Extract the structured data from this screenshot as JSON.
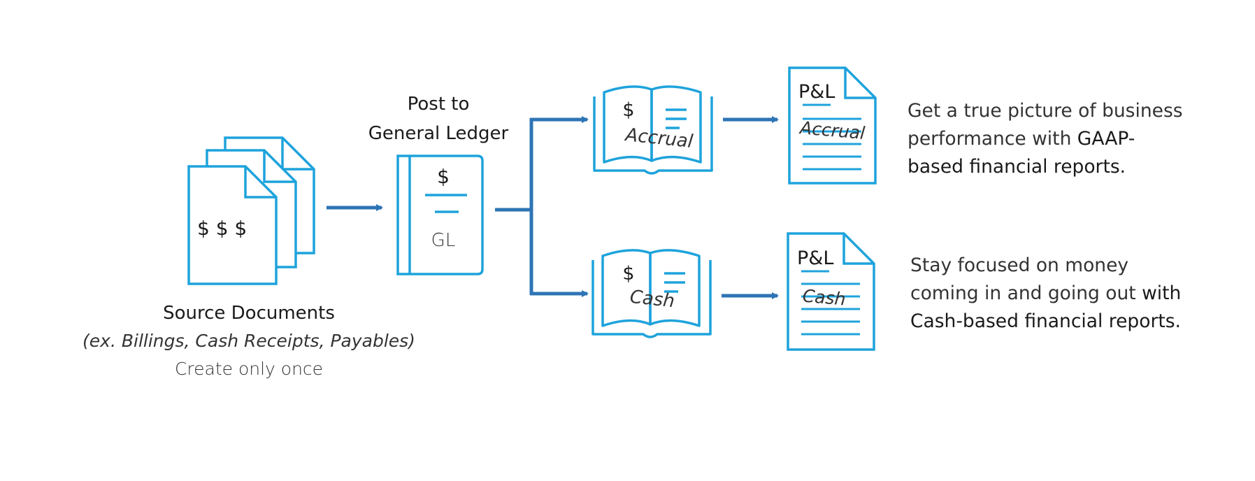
{
  "colors": {
    "icon_blue": "#1EA3DC",
    "arrow_blue": "#2E74B5",
    "text": "#1a1a1a"
  },
  "source": {
    "doc_symbol": "$ $ $",
    "title": "Source Documents",
    "example": "(ex. Billings, Cash Receipts, Payables)",
    "note": "Create only once",
    "icon": "stacked-documents-icon"
  },
  "ledger": {
    "title_line1": "Post to",
    "title_line2": "General Ledger",
    "symbol": "$",
    "label": "GL",
    "icon": "ledger-book-icon"
  },
  "books": {
    "accrual": {
      "symbol": "$",
      "label": "Accrual",
      "icon": "open-book-icon"
    },
    "cash": {
      "symbol": "$",
      "label": "Cash",
      "icon": "open-book-icon"
    }
  },
  "reports": {
    "accrual": {
      "title": "P&L",
      "label": "Accrual",
      "icon": "report-document-icon"
    },
    "cash": {
      "title": "P&L",
      "label": "Cash",
      "icon": "report-document-icon"
    }
  },
  "descriptions": {
    "accrual": {
      "line1": "Get a true picture of business",
      "line2a": "performance with ",
      "line2b": "GAAP-",
      "line3": "based financial reports."
    },
    "cash": {
      "line1": "Stay focused on money",
      "line2a": "coming in and going out ",
      "line2b": "with",
      "line3": "Cash-based financial reports."
    }
  }
}
